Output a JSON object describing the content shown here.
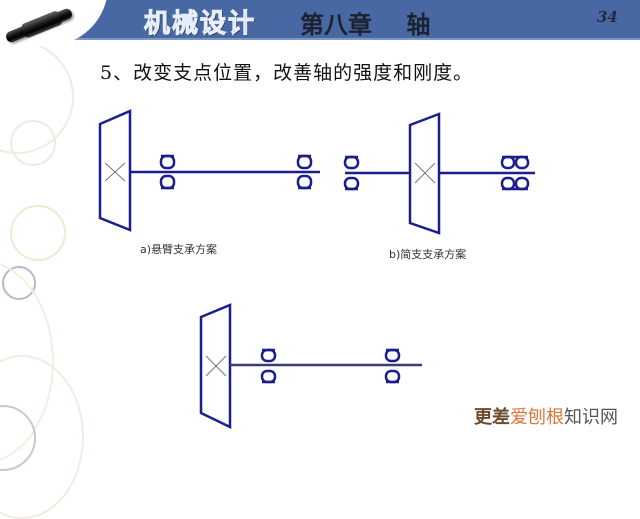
{
  "header": {
    "course_title": "机械设计",
    "chapter_title": "第八章 轴",
    "page_number": "34",
    "band_color": "#4868a4",
    "logo_icon": "shaft-logo-icon"
  },
  "content": {
    "heading": "5、改变支点位置，改善轴的强度和刚度。"
  },
  "diagrams": [
    {
      "id": "a",
      "caption": "a)悬臂支承方案",
      "description": "Gear on left end, two bearings on right (cantilever)",
      "line_color": "#1a1f8c"
    },
    {
      "id": "b",
      "caption": "b)简支支承方案",
      "description": "Gear in middle, single bearing left, paired bearings right (simply supported)",
      "line_color": "#1a1f8c"
    },
    {
      "id": "c",
      "caption": "",
      "description": "Gear on left end, two bearings on shaft",
      "line_color": "#1a1f8c"
    }
  ],
  "footer": {
    "more_label": "更差",
    "watermark_orange": "爱刨根",
    "watermark_gray": "知识网"
  }
}
